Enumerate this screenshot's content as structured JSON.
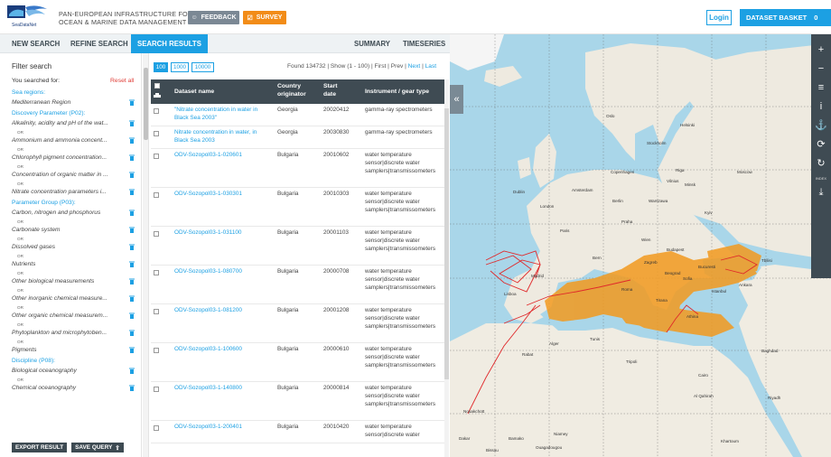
{
  "header": {
    "logo_text": "SeaDataNet",
    "title_line1": "PAN-EUROPEAN INFRASTRUCTURE FOR",
    "title_line2": "OCEAN & MARINE DATA MANAGEMENT",
    "feedback_label": "FEEDBACK",
    "survey_label": "SURVEY",
    "login_label": "Login",
    "basket_label": "DATASET BASKET",
    "basket_count": "0"
  },
  "tabs": {
    "new_search": "NEW SEARCH",
    "refine_search": "REFINE SEARCH",
    "search_results": "SEARCH RESULTS",
    "summary": "SUMMARY",
    "timeseries": "TIMESERIES"
  },
  "filter": {
    "title": "Filter search",
    "you_searched": "You searched for:",
    "reset": "Reset all",
    "lines": [
      {
        "t": "cat",
        "text": "Sea regions:"
      },
      {
        "t": "item",
        "text": "Mediterranean Region"
      },
      {
        "t": "cat",
        "text": "Discovery Parameter (P02):"
      },
      {
        "t": "item",
        "text": "Alkalinity, acidity and pH of the wat..."
      },
      {
        "t": "or",
        "text": "OR"
      },
      {
        "t": "item",
        "text": "Ammonium and ammonia concent..."
      },
      {
        "t": "or",
        "text": "OR"
      },
      {
        "t": "item",
        "text": "Chlorophyll pigment concentration..."
      },
      {
        "t": "or",
        "text": "OR"
      },
      {
        "t": "item",
        "text": "Concentration of organic matter in ..."
      },
      {
        "t": "or",
        "text": "OR"
      },
      {
        "t": "item",
        "text": "Nitrate concentration parameters i..."
      },
      {
        "t": "cat",
        "text": "Parameter Group (P03):"
      },
      {
        "t": "item",
        "text": "Carbon, nitrogen and phosphorus"
      },
      {
        "t": "or",
        "text": "OR"
      },
      {
        "t": "item",
        "text": "Carbonate system"
      },
      {
        "t": "or",
        "text": "OR"
      },
      {
        "t": "item",
        "text": "Dissolved gases"
      },
      {
        "t": "or",
        "text": "OR"
      },
      {
        "t": "item",
        "text": "Nutrients"
      },
      {
        "t": "or",
        "text": "OR"
      },
      {
        "t": "item",
        "text": "Other biological measurements"
      },
      {
        "t": "or",
        "text": "OR"
      },
      {
        "t": "item",
        "text": "Other inorganic chemical measure..."
      },
      {
        "t": "or",
        "text": "OR"
      },
      {
        "t": "item",
        "text": "Other organic chemical measurem..."
      },
      {
        "t": "or",
        "text": "OR"
      },
      {
        "t": "item",
        "text": "Phytoplankton and microphytoben..."
      },
      {
        "t": "or",
        "text": "OR"
      },
      {
        "t": "item",
        "text": "Pigments"
      },
      {
        "t": "cat",
        "text": "Discipline (P08):"
      },
      {
        "t": "item",
        "text": "Biological oceanography"
      },
      {
        "t": "or",
        "text": "OR"
      },
      {
        "t": "item",
        "text": "Chemical oceanography"
      }
    ],
    "export_label": "EXPORT RESULT",
    "save_label": "SAVE QUERY"
  },
  "results": {
    "page_sizes": [
      "100",
      "1000",
      "10000"
    ],
    "found": "Found 134732 | Show (1 - 100) | First | Prev |",
    "next": "Next",
    "last": "Last",
    "columns": {
      "dataset_name": "Dataset name",
      "country": "Country originator",
      "start_date": "Start date",
      "instrument": "Instrument / gear type"
    },
    "rows": [
      {
        "name": "\"Nitrate concentration in water in Black Sea 2003\"",
        "country": "Georgia",
        "date": "20020412",
        "instrument": "gamma-ray spectrometers"
      },
      {
        "name": "Nitrate concentration in water, in Black Sea 2003",
        "country": "Georgia",
        "date": "20030830",
        "instrument": "gamma-ray spectrometers"
      },
      {
        "name": "ODV-Sozopol03-1-020601",
        "country": "Bulgaria",
        "date": "20010602",
        "instrument": "water temperature sensor|discrete water samplers|transmissometers"
      },
      {
        "name": "ODV-Sozopol03-1-030301",
        "country": "Bulgaria",
        "date": "20010303",
        "instrument": "water temperature sensor|discrete water samplers|transmissometers"
      },
      {
        "name": "ODV-Sozopol03-1-031100",
        "country": "Bulgaria",
        "date": "20001103",
        "instrument": "water temperature sensor|discrete water samplers|transmissometers"
      },
      {
        "name": "ODV-Sozopol03-1-080700",
        "country": "Bulgaria",
        "date": "20000708",
        "instrument": "water temperature sensor|discrete water samplers|transmissometers"
      },
      {
        "name": "ODV-Sozopol03-1-081200",
        "country": "Bulgaria",
        "date": "20001208",
        "instrument": "water temperature sensor|discrete water samplers|transmissometers"
      },
      {
        "name": "ODV-Sozopol03-1-100600",
        "country": "Bulgaria",
        "date": "20000610",
        "instrument": "water temperature sensor|discrete water samplers|transmissometers"
      },
      {
        "name": "ODV-Sozopol03-1-140800",
        "country": "Bulgaria",
        "date": "20000814",
        "instrument": "water temperature sensor|discrete water samplers|transmissometers"
      },
      {
        "name": "ODV-Sozopol03-1-200401",
        "country": "Bulgaria",
        "date": "20010420",
        "instrument": "water temperature sensor|discrete water"
      }
    ]
  },
  "map": {
    "collapse_icon": "«",
    "tools": [
      "+",
      "−",
      "≡",
      "i",
      "⚓",
      "⟳",
      "↻"
    ],
    "tool_index_label": "INDEX",
    "download_icon": "⤓",
    "labels": [
      "Oslo",
      "Stockholm",
      "Helsinki",
      "Riga",
      "Moscow",
      "Dublin",
      "London",
      "Amsterdam",
      "Berlin",
      "Warszawa",
      "Kyiv",
      "Paris",
      "Praha",
      "Wien",
      "Bern",
      "Budapest",
      "Zagreb",
      "Beograd",
      "Bucuresti",
      "Sofia",
      "Madrid",
      "Lisboa",
      "Roma",
      "Tirana",
      "Athina",
      "Ankara",
      "Tbilisi",
      "Alger",
      "Tunis",
      "Tripoli",
      "Cairo",
      "Baghdad",
      "Riyadh",
      "Khartoum",
      "Bamako",
      "Niamey",
      "Nouakchott",
      "Dakar",
      "Ouagadougou",
      "Bissau",
      "Al Qahirah",
      "Istanbul",
      "Rabat",
      "Copenhagen",
      "Minsk",
      "Vilnius"
    ]
  }
}
